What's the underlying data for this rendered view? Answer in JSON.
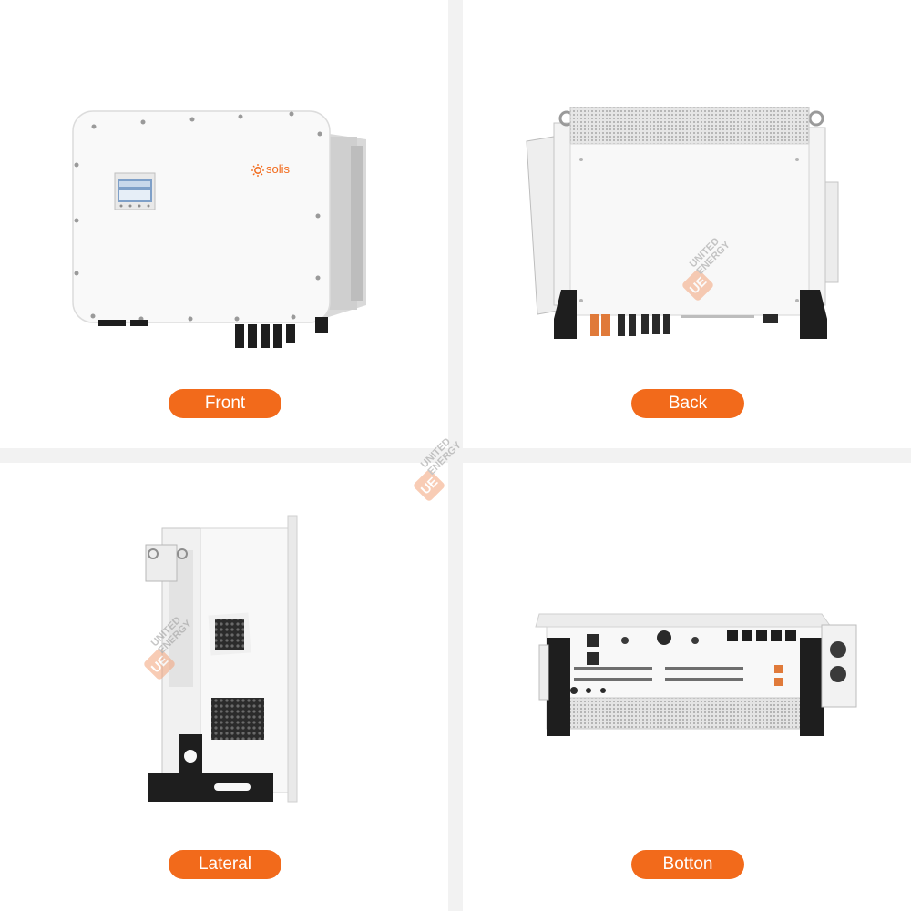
{
  "labels": {
    "front": "Front",
    "back": "Back",
    "lateral": "Lateral",
    "bottom": "Botton"
  },
  "brand": {
    "logo_text": "solis",
    "logo_icon": "sun-logo-icon"
  },
  "watermark": {
    "mark": "UE",
    "line1": "UNITED",
    "line2": "ENERGY"
  },
  "colors": {
    "accent": "#f26a1b",
    "panel_bg": "#ffffff",
    "page_bg": "#f2f2f2",
    "device_white": "#f7f7f7",
    "device_dark": "#1e1e1e"
  }
}
